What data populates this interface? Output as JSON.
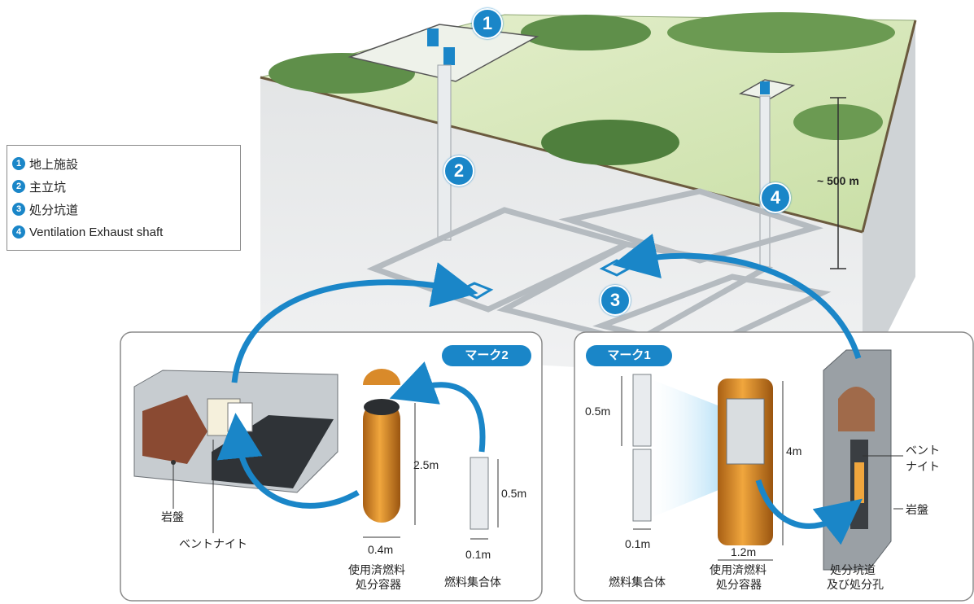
{
  "legend": {
    "items": [
      {
        "num": "1",
        "label": "地上施設"
      },
      {
        "num": "2",
        "label": "主立坑"
      },
      {
        "num": "3",
        "label": "処分坑道"
      },
      {
        "num": "4",
        "label": "Ventilation Exhaust shaft"
      }
    ]
  },
  "markers": {
    "m1": "1",
    "m2": "2",
    "m3": "3",
    "m4": "4"
  },
  "depth_label": "~ 500 m",
  "panel_left": {
    "title": "マーク2",
    "rock_label": "岩盤",
    "bentonite_label": "ベントナイト",
    "dim_canister_height": "2.5m",
    "dim_canister_width": "0.4m",
    "dim_assembly_height": "0.5m",
    "dim_assembly_width": "0.1m",
    "canister_label_1": "使用済燃料",
    "canister_label_2": "処分容器",
    "assembly_label": "燃料集合体"
  },
  "panel_right": {
    "title": "マーク1",
    "dim_assembly_height": "0.5m",
    "dim_assembly_width": "0.1m",
    "dim_canister_height": "4m",
    "dim_canister_width": "1.2m",
    "assembly_label": "燃料集合体",
    "canister_label_1": "使用済燃料",
    "canister_label_2": "処分容器",
    "hole_label_1": "処分坑道",
    "hole_label_2": "及び処分孔",
    "bentonite_label_1": "ベント",
    "bentonite_label_2": "ナイト",
    "rock_label": "岩盤"
  },
  "colors": {
    "accent": "#1a86c8",
    "copper": "#d98a2a",
    "ground_top": "#cfe3b0",
    "rock": "#d7dadc"
  }
}
